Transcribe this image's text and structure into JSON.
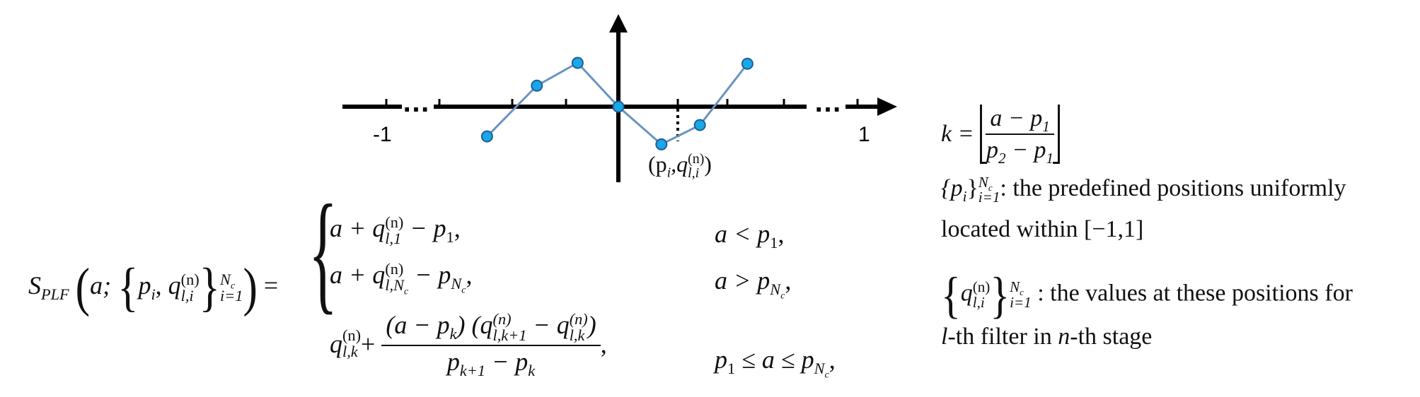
{
  "diagram": {
    "tick_left": "-1",
    "tick_right": "1",
    "ellipsis_left": "…",
    "ellipsis_right": "…",
    "point_label": {
      "open": "(p",
      "sub_i": "i",
      "comma": ",q",
      "sup_n": "(n)",
      "sub_li": "l,i",
      "close": ")"
    },
    "colors": {
      "axis": "#000000",
      "line": "#6a93c0",
      "point_fill": "#1aa7e8",
      "point_stroke": "#1e5f96"
    },
    "points": [
      {
        "x": -0.58,
        "y": -0.68
      },
      {
        "x": -0.36,
        "y": 0.48
      },
      {
        "x": -0.18,
        "y": 1.0
      },
      {
        "x": 0.0,
        "y": 0.0
      },
      {
        "x": 0.19,
        "y": -0.86
      },
      {
        "x": 0.36,
        "y": -0.42
      },
      {
        "x": 0.57,
        "y": 0.98
      }
    ]
  },
  "equation": {
    "lhs_S": "S",
    "lhs_sub": "PLF",
    "lhs_a": "a;",
    "lhs_p": "p",
    "lhs_i": "i",
    "lhs_q": "q",
    "lhs_sup": "(n)",
    "lhs_li": "l,i",
    "lhs_upper": "N",
    "lhs_upper_sub": "c",
    "lhs_lower": "i=1",
    "equals": "=",
    "case1_expr_a": "a + q",
    "case1_sup": "(n)",
    "case1_sub": "l,1",
    "case1_rest": " − p",
    "case1_rest_sub": "1",
    "case1_cond": "a < p",
    "case1_cond_sub": "1",
    "case2_expr_a": "a + q",
    "case2_sup": "(n)",
    "case2_sub": "l,N",
    "case2_sub2": "c",
    "case2_rest": " − p",
    "case2_rest_sub": "N",
    "case2_rest_sub2": "c",
    "case2_cond": "a > p",
    "case2_cond_sub": "N",
    "case2_cond_sub2": "c",
    "case3_q": "q",
    "case3_sup": "(n)",
    "case3_sub": "l,k",
    "case3_plus": " +",
    "case3_num_a": "(a − p",
    "case3_num_a_sub": "k",
    "case3_num_b": ") (q",
    "case3_num_b_sup": "(n)",
    "case3_num_b_sub": "l,k+1",
    "case3_num_c": " − q",
    "case3_num_c_sup": "(n)",
    "case3_num_c_sub": "l,k",
    "case3_num_d": ")",
    "case3_den_a": "p",
    "case3_den_a_sub": "k+1",
    "case3_den_b": " − p",
    "case3_den_b_sub": "k",
    "case3_cond_a": "p",
    "case3_cond_a_sub": "1",
    "case3_cond_b": " ≤ a ≤ p",
    "case3_cond_b_sub": "N",
    "case3_cond_b_sub2": "c",
    "comma": ","
  },
  "notes": {
    "k_lhs": "k =",
    "k_num_a": "a − p",
    "k_num_sub": "1",
    "k_den_a": "p",
    "k_den_a_sub": "2",
    "k_den_b": " − p",
    "k_den_b_sub": "1",
    "p_set": "{p",
    "p_set_i": "i",
    "p_set_close": "}",
    "p_set_upper": "N",
    "p_set_upper_sub": "c",
    "p_set_lower": "i=1",
    "p_desc_1": ": the predefined positions uniformly",
    "p_desc_2": "located within [−1,1]",
    "q_set_q": "q",
    "q_set_sup": "(n)",
    "q_set_sub": "l,i",
    "q_set_upper": "N",
    "q_set_upper_sub": "c",
    "q_set_lower": "i=1",
    "q_desc_1": " : the values at these positions for",
    "q_desc_2_l": "l",
    "q_desc_2_mid": "-th filter in ",
    "q_desc_2_n": "n",
    "q_desc_2_end": "-th stage"
  }
}
